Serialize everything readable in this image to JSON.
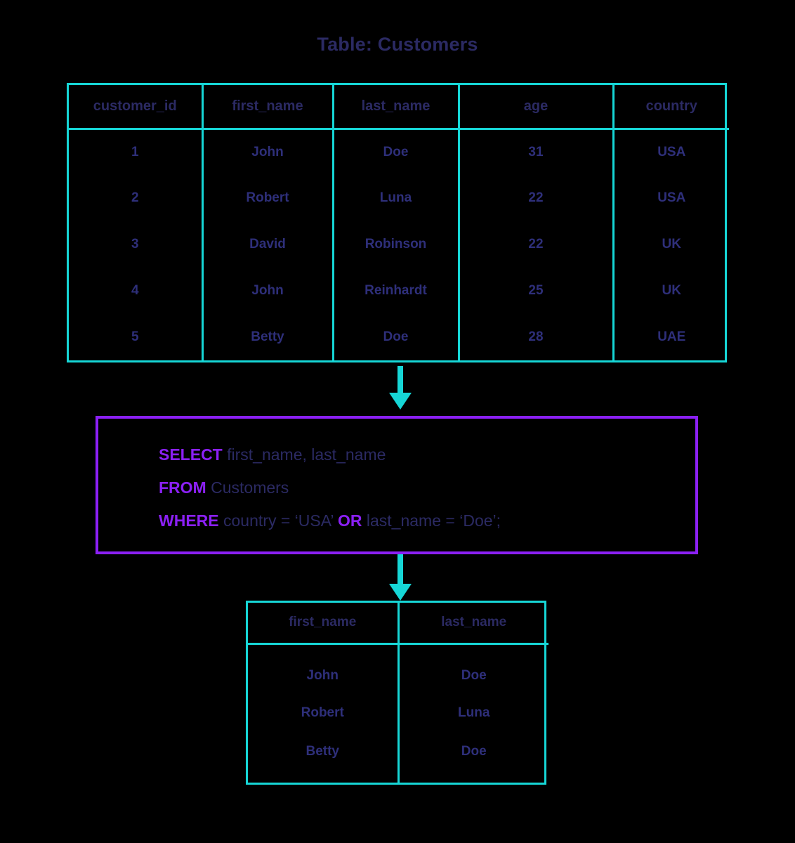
{
  "title": "Table: Customers",
  "colors": {
    "background": "#000000",
    "table_border": "#16d6d6",
    "header_text": "#2b2a63",
    "cell_text": "#2e2f7a",
    "keyword": "#8b20f5",
    "query_border": "#8b20f5",
    "arrow": "#16d6d6"
  },
  "source_table": {
    "name": "Customers",
    "columns": [
      "customer_id",
      "first_name",
      "last_name",
      "age",
      "country"
    ],
    "rows": [
      [
        "1",
        "John",
        "Doe",
        "31",
        "USA"
      ],
      [
        "2",
        "Robert",
        "Luna",
        "22",
        "USA"
      ],
      [
        "3",
        "David",
        "Robinson",
        "22",
        "UK"
      ],
      [
        "4",
        "John",
        "Reinhardt",
        "25",
        "UK"
      ],
      [
        "5",
        "Betty",
        "Doe",
        "28",
        "UAE"
      ]
    ]
  },
  "query": {
    "full_text": "SELECT first_name, last_name FROM Customers WHERE country = ‘USA’ OR last_name = ‘Doe’;",
    "lines": [
      {
        "segments": [
          {
            "text": "SELECT",
            "keyword": true
          },
          {
            "text": " first_name, last_name",
            "keyword": false
          }
        ]
      },
      {
        "segments": [
          {
            "text": "FROM",
            "keyword": true
          },
          {
            "text": " Customers",
            "keyword": false
          }
        ]
      },
      {
        "segments": [
          {
            "text": "WHERE",
            "keyword": true
          },
          {
            "text": " country = ‘USA’ ",
            "keyword": false
          },
          {
            "text": "OR",
            "keyword": true
          },
          {
            "text": " last_name = ‘Doe’;",
            "keyword": false
          }
        ]
      }
    ]
  },
  "result_table": {
    "columns": [
      "first_name",
      "last_name"
    ],
    "rows": [
      [
        "John",
        "Doe"
      ],
      [
        "Robert",
        "Luna"
      ],
      [
        "Betty",
        "Doe"
      ]
    ]
  },
  "arrows": [
    {
      "name": "arrow-table-to-query",
      "direction": "down"
    },
    {
      "name": "arrow-query-to-result",
      "direction": "down"
    }
  ]
}
